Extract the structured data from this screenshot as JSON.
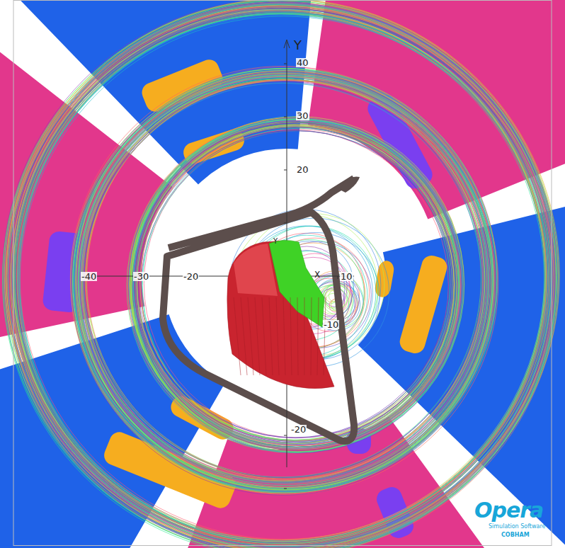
{
  "diagram": {
    "labels": [
      "Y",
      "40",
      "30",
      "20",
      "Y",
      "X",
      "-40",
      "-30",
      "-20",
      "10",
      "-10",
      "-20",
      "Opera",
      "Simulation Software",
      "COBHAM"
    ]
  }
}
